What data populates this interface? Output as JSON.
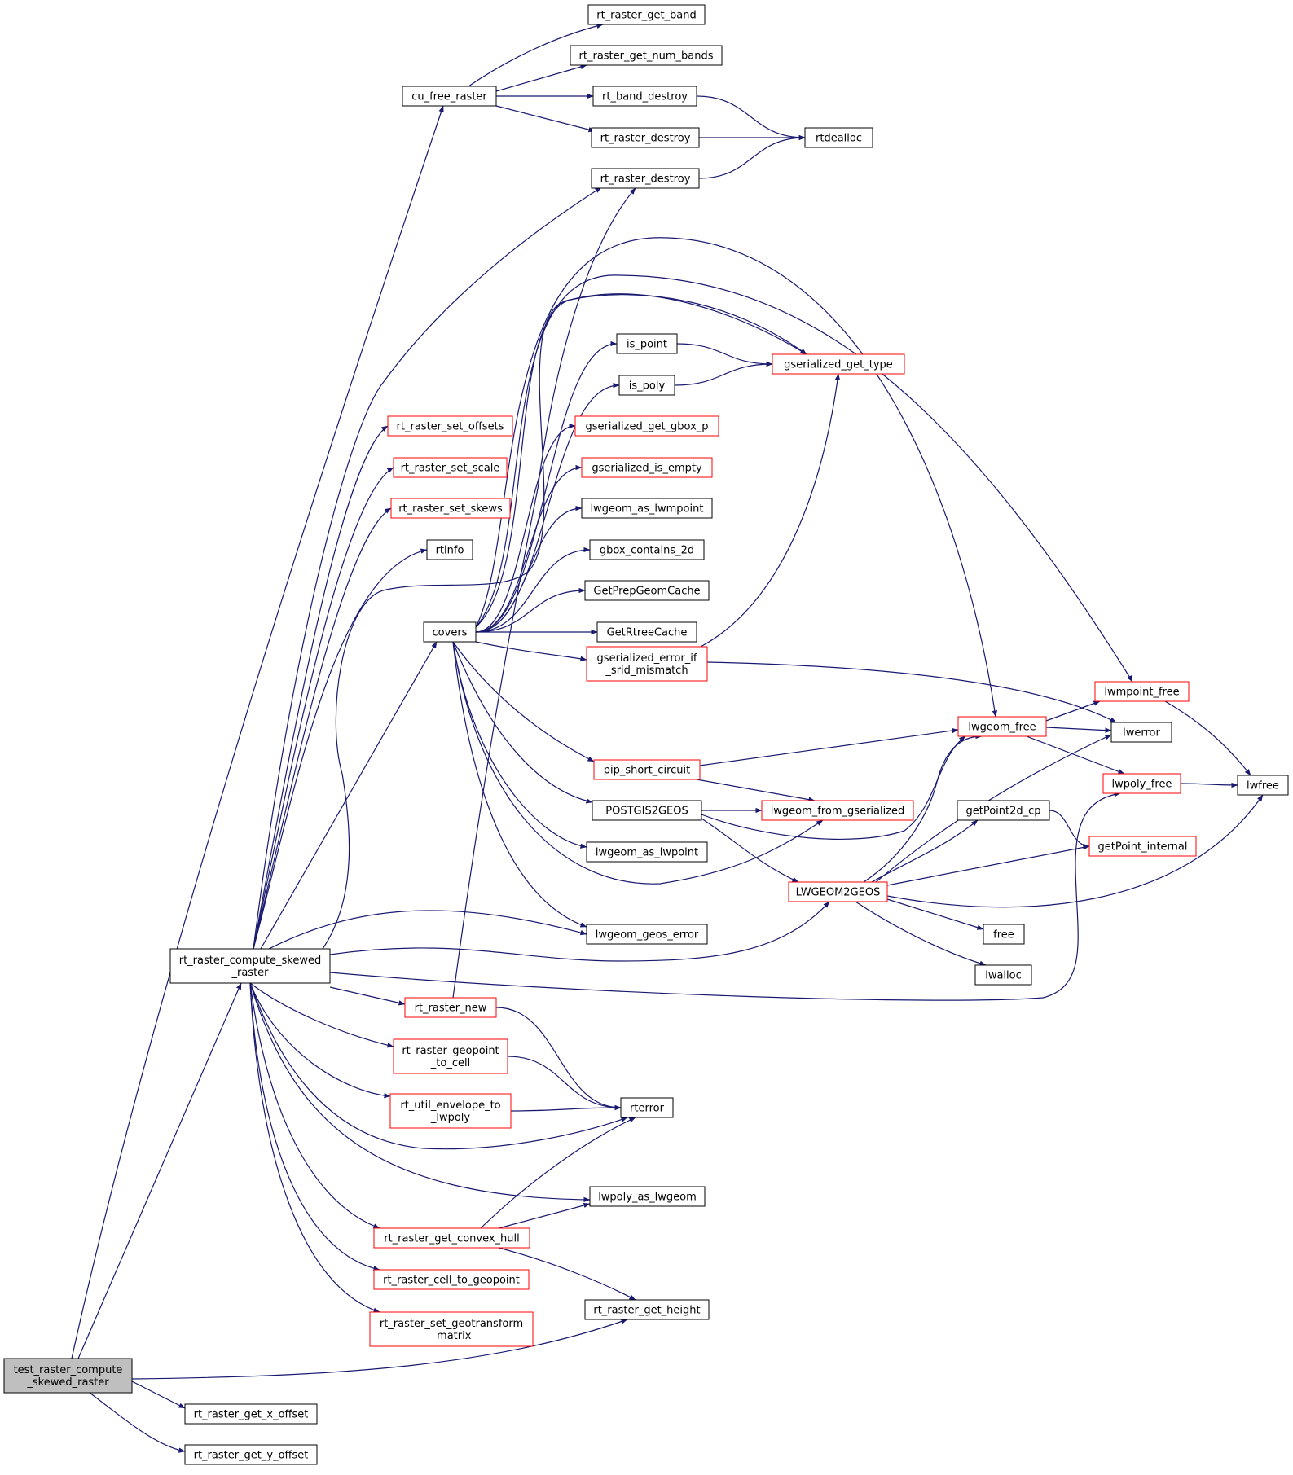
{
  "colors": {
    "edge": "#191970",
    "border_plain": "#000000",
    "border_incomplete": "#ff0000",
    "fill_root": "#bfbfbf",
    "fill_node": "#ffffff"
  },
  "nodes": [
    {
      "id": "test_raster_compute_skewed_raster",
      "lines": [
        "test_raster_compute",
        "_skewed_raster"
      ],
      "style": "root"
    },
    {
      "id": "cu_free_raster",
      "lines": [
        "cu_free_raster"
      ],
      "style": "plain"
    },
    {
      "id": "rt_raster_get_band",
      "lines": [
        "rt_raster_get_band"
      ],
      "style": "plain"
    },
    {
      "id": "rt_raster_get_num_bands",
      "lines": [
        "rt_raster_get_num_bands"
      ],
      "style": "plain"
    },
    {
      "id": "rt_band_destroy",
      "lines": [
        "rt_band_destroy"
      ],
      "style": "plain"
    },
    {
      "id": "rt_raster_destroy_a",
      "lines": [
        "rt_raster_destroy"
      ],
      "style": "plain"
    },
    {
      "id": "rtdealloc",
      "lines": [
        "rtdealloc"
      ],
      "style": "plain"
    },
    {
      "id": "rt_raster_destroy_b",
      "lines": [
        "rt_raster_destroy"
      ],
      "style": "plain"
    },
    {
      "id": "rt_raster_compute_skewed_raster",
      "lines": [
        "rt_raster_compute_skewed",
        "_raster"
      ],
      "style": "plain"
    },
    {
      "id": "rt_raster_set_offsets",
      "lines": [
        "rt_raster_set_offsets"
      ],
      "style": "incomplete"
    },
    {
      "id": "rt_raster_set_scale",
      "lines": [
        "rt_raster_set_scale"
      ],
      "style": "incomplete"
    },
    {
      "id": "rt_raster_set_skews",
      "lines": [
        "rt_raster_set_skews"
      ],
      "style": "incomplete"
    },
    {
      "id": "rtinfo",
      "lines": [
        "rtinfo"
      ],
      "style": "plain"
    },
    {
      "id": "covers",
      "lines": [
        "covers"
      ],
      "style": "plain"
    },
    {
      "id": "is_point",
      "lines": [
        "is_point"
      ],
      "style": "plain"
    },
    {
      "id": "is_poly",
      "lines": [
        "is_poly"
      ],
      "style": "plain"
    },
    {
      "id": "gserialized_get_type",
      "lines": [
        "gserialized_get_type"
      ],
      "style": "incomplete"
    },
    {
      "id": "gserialized_get_gbox_p",
      "lines": [
        "gserialized_get_gbox_p"
      ],
      "style": "incomplete"
    },
    {
      "id": "gserialized_is_empty",
      "lines": [
        "gserialized_is_empty"
      ],
      "style": "incomplete"
    },
    {
      "id": "lwgeom_as_lwmpoint",
      "lines": [
        "lwgeom_as_lwmpoint"
      ],
      "style": "plain"
    },
    {
      "id": "gbox_contains_2d",
      "lines": [
        "gbox_contains_2d"
      ],
      "style": "plain"
    },
    {
      "id": "GetPrepGeomCache",
      "lines": [
        "GetPrepGeomCache"
      ],
      "style": "plain"
    },
    {
      "id": "GetRtreeCache",
      "lines": [
        "GetRtreeCache"
      ],
      "style": "plain"
    },
    {
      "id": "gserialized_error_if_srid_mismatch",
      "lines": [
        "gserialized_error_if",
        "_srid_mismatch"
      ],
      "style": "incomplete"
    },
    {
      "id": "lwmpoint_free",
      "lines": [
        "lwmpoint_free"
      ],
      "style": "incomplete"
    },
    {
      "id": "lwgeom_free",
      "lines": [
        "lwgeom_free"
      ],
      "style": "incomplete"
    },
    {
      "id": "lwerror",
      "lines": [
        "lwerror"
      ],
      "style": "plain"
    },
    {
      "id": "pip_short_circuit",
      "lines": [
        "pip_short_circuit"
      ],
      "style": "incomplete"
    },
    {
      "id": "lwpoly_free",
      "lines": [
        "lwpoly_free"
      ],
      "style": "incomplete"
    },
    {
      "id": "lwfree",
      "lines": [
        "lwfree"
      ],
      "style": "plain"
    },
    {
      "id": "POSTGIS2GEOS",
      "lines": [
        "POSTGIS2GEOS"
      ],
      "style": "plain"
    },
    {
      "id": "lwgeom_from_gserialized",
      "lines": [
        "lwgeom_from_gserialized"
      ],
      "style": "incomplete"
    },
    {
      "id": "getPoint2d_cp",
      "lines": [
        "getPoint2d_cp"
      ],
      "style": "plain"
    },
    {
      "id": "lwgeom_as_lwpoint",
      "lines": [
        "lwgeom_as_lwpoint"
      ],
      "style": "plain"
    },
    {
      "id": "getPoint_internal",
      "lines": [
        "getPoint_internal"
      ],
      "style": "incomplete"
    },
    {
      "id": "LWGEOM2GEOS",
      "lines": [
        "LWGEOM2GEOS"
      ],
      "style": "incomplete"
    },
    {
      "id": "lwgeom_geos_error",
      "lines": [
        "lwgeom_geos_error"
      ],
      "style": "plain"
    },
    {
      "id": "free",
      "lines": [
        "free"
      ],
      "style": "plain"
    },
    {
      "id": "lwalloc",
      "lines": [
        "lwalloc"
      ],
      "style": "plain"
    },
    {
      "id": "rt_raster_new",
      "lines": [
        "rt_raster_new"
      ],
      "style": "incomplete"
    },
    {
      "id": "rt_raster_geopoint_to_cell",
      "lines": [
        "rt_raster_geopoint",
        "_to_cell"
      ],
      "style": "incomplete"
    },
    {
      "id": "rterror",
      "lines": [
        "rterror"
      ],
      "style": "plain"
    },
    {
      "id": "rt_util_envelope_to_lwpoly",
      "lines": [
        "rt_util_envelope_to",
        "_lwpoly"
      ],
      "style": "incomplete"
    },
    {
      "id": "lwpoly_as_lwgeom",
      "lines": [
        "lwpoly_as_lwgeom"
      ],
      "style": "plain"
    },
    {
      "id": "rt_raster_get_convex_hull",
      "lines": [
        "rt_raster_get_convex_hull"
      ],
      "style": "incomplete"
    },
    {
      "id": "rt_raster_cell_to_geopoint",
      "lines": [
        "rt_raster_cell_to_geopoint"
      ],
      "style": "incomplete"
    },
    {
      "id": "rt_raster_get_height",
      "lines": [
        "rt_raster_get_height"
      ],
      "style": "plain"
    },
    {
      "id": "rt_raster_set_geotransform_matrix",
      "lines": [
        "rt_raster_set_geotransform",
        "_matrix"
      ],
      "style": "incomplete"
    },
    {
      "id": "rt_raster_get_x_offset",
      "lines": [
        "rt_raster_get_x_offset"
      ],
      "style": "plain"
    },
    {
      "id": "rt_raster_get_y_offset",
      "lines": [
        "rt_raster_get_y_offset"
      ],
      "style": "plain"
    }
  ],
  "edges": [
    {
      "from": "test_raster_compute_skewed_raster",
      "to": "cu_free_raster"
    },
    {
      "from": "test_raster_compute_skewed_raster",
      "to": "rt_raster_compute_skewed_raster"
    },
    {
      "from": "test_raster_compute_skewed_raster",
      "to": "rt_raster_get_height"
    },
    {
      "from": "test_raster_compute_skewed_raster",
      "to": "rt_raster_get_x_offset"
    },
    {
      "from": "test_raster_compute_skewed_raster",
      "to": "rt_raster_get_y_offset"
    },
    {
      "from": "cu_free_raster",
      "to": "rt_raster_get_band"
    },
    {
      "from": "cu_free_raster",
      "to": "rt_raster_get_num_bands"
    },
    {
      "from": "cu_free_raster",
      "to": "rt_band_destroy"
    },
    {
      "from": "cu_free_raster",
      "to": "rt_raster_destroy_a"
    },
    {
      "from": "rt_band_destroy",
      "to": "rtdealloc"
    },
    {
      "from": "rt_raster_destroy_a",
      "to": "rtdealloc"
    },
    {
      "from": "rt_raster_destroy_b",
      "to": "rtdealloc"
    },
    {
      "from": "rt_raster_compute_skewed_raster",
      "to": "rt_raster_destroy_b"
    },
    {
      "from": "rt_raster_compute_skewed_raster",
      "to": "rt_raster_set_offsets"
    },
    {
      "from": "rt_raster_compute_skewed_raster",
      "to": "rt_raster_set_scale"
    },
    {
      "from": "rt_raster_compute_skewed_raster",
      "to": "rt_raster_set_skews"
    },
    {
      "from": "rt_raster_compute_skewed_raster",
      "to": "rtinfo"
    },
    {
      "from": "rt_raster_compute_skewed_raster",
      "to": "covers"
    },
    {
      "from": "rt_raster_compute_skewed_raster",
      "to": "gserialized_get_type"
    },
    {
      "from": "rt_raster_compute_skewed_raster",
      "to": "lwgeom_geos_error"
    },
    {
      "from": "rt_raster_compute_skewed_raster",
      "to": "LWGEOM2GEOS"
    },
    {
      "from": "rt_raster_compute_skewed_raster",
      "to": "lwpoly_free"
    },
    {
      "from": "rt_raster_compute_skewed_raster",
      "to": "rt_raster_new"
    },
    {
      "from": "rt_raster_compute_skewed_raster",
      "to": "rt_raster_geopoint_to_cell"
    },
    {
      "from": "rt_raster_compute_skewed_raster",
      "to": "rt_util_envelope_to_lwpoly"
    },
    {
      "from": "rt_raster_compute_skewed_raster",
      "to": "rterror"
    },
    {
      "from": "rt_raster_compute_skewed_raster",
      "to": "lwpoly_as_lwgeom"
    },
    {
      "from": "rt_raster_compute_skewed_raster",
      "to": "rt_raster_get_convex_hull"
    },
    {
      "from": "rt_raster_compute_skewed_raster",
      "to": "rt_raster_cell_to_geopoint"
    },
    {
      "from": "rt_raster_compute_skewed_raster",
      "to": "rt_raster_set_geotransform_matrix"
    },
    {
      "from": "covers",
      "to": "is_point"
    },
    {
      "from": "covers",
      "to": "is_poly"
    },
    {
      "from": "covers",
      "to": "gserialized_get_type"
    },
    {
      "from": "covers",
      "to": "gserialized_get_gbox_p"
    },
    {
      "from": "covers",
      "to": "gserialized_is_empty"
    },
    {
      "from": "covers",
      "to": "lwgeom_as_lwmpoint"
    },
    {
      "from": "covers",
      "to": "gbox_contains_2d"
    },
    {
      "from": "covers",
      "to": "GetPrepGeomCache"
    },
    {
      "from": "covers",
      "to": "GetRtreeCache"
    },
    {
      "from": "covers",
      "to": "gserialized_error_if_srid_mismatch"
    },
    {
      "from": "covers",
      "to": "lwmpoint_free"
    },
    {
      "from": "covers",
      "to": "lwgeom_free"
    },
    {
      "from": "covers",
      "to": "pip_short_circuit"
    },
    {
      "from": "covers",
      "to": "POSTGIS2GEOS"
    },
    {
      "from": "covers",
      "to": "lwgeom_as_lwpoint"
    },
    {
      "from": "covers",
      "to": "lwgeom_from_gserialized"
    },
    {
      "from": "covers",
      "to": "lwgeom_geos_error"
    },
    {
      "from": "is_point",
      "to": "gserialized_get_type"
    },
    {
      "from": "is_poly",
      "to": "gserialized_get_type"
    },
    {
      "from": "gserialized_error_if_srid_mismatch",
      "to": "gserialized_get_type"
    },
    {
      "from": "gserialized_error_if_srid_mismatch",
      "to": "lwerror"
    },
    {
      "from": "lwmpoint_free",
      "to": "lwfree"
    },
    {
      "from": "lwgeom_free",
      "to": "lwmpoint_free"
    },
    {
      "from": "lwgeom_free",
      "to": "lwerror"
    },
    {
      "from": "lwgeom_free",
      "to": "lwpoly_free"
    },
    {
      "from": "lwpoly_free",
      "to": "lwfree"
    },
    {
      "from": "pip_short_circuit",
      "to": "lwgeom_free"
    },
    {
      "from": "pip_short_circuit",
      "to": "lwgeom_from_gserialized"
    },
    {
      "from": "POSTGIS2GEOS",
      "to": "lwgeom_from_gserialized"
    },
    {
      "from": "POSTGIS2GEOS",
      "to": "lwgeom_free"
    },
    {
      "from": "POSTGIS2GEOS",
      "to": "LWGEOM2GEOS"
    },
    {
      "from": "getPoint2d_cp",
      "to": "getPoint_internal"
    },
    {
      "from": "LWGEOM2GEOS",
      "to": "lwerror"
    },
    {
      "from": "LWGEOM2GEOS",
      "to": "lwgeom_free"
    },
    {
      "from": "LWGEOM2GEOS",
      "to": "getPoint2d_cp"
    },
    {
      "from": "LWGEOM2GEOS",
      "to": "getPoint_internal"
    },
    {
      "from": "LWGEOM2GEOS",
      "to": "lwfree"
    },
    {
      "from": "LWGEOM2GEOS",
      "to": "free"
    },
    {
      "from": "LWGEOM2GEOS",
      "to": "lwalloc"
    },
    {
      "from": "rt_raster_new",
      "to": "rt_raster_destroy_b"
    },
    {
      "from": "rt_raster_new",
      "to": "rterror"
    },
    {
      "from": "rt_raster_geopoint_to_cell",
      "to": "rterror"
    },
    {
      "from": "rt_util_envelope_to_lwpoly",
      "to": "rterror"
    },
    {
      "from": "rt_raster_get_convex_hull",
      "to": "rterror"
    },
    {
      "from": "rt_raster_get_convex_hull",
      "to": "lwpoly_as_lwgeom"
    },
    {
      "from": "rt_raster_get_convex_hull",
      "to": "rt_raster_get_height"
    }
  ]
}
